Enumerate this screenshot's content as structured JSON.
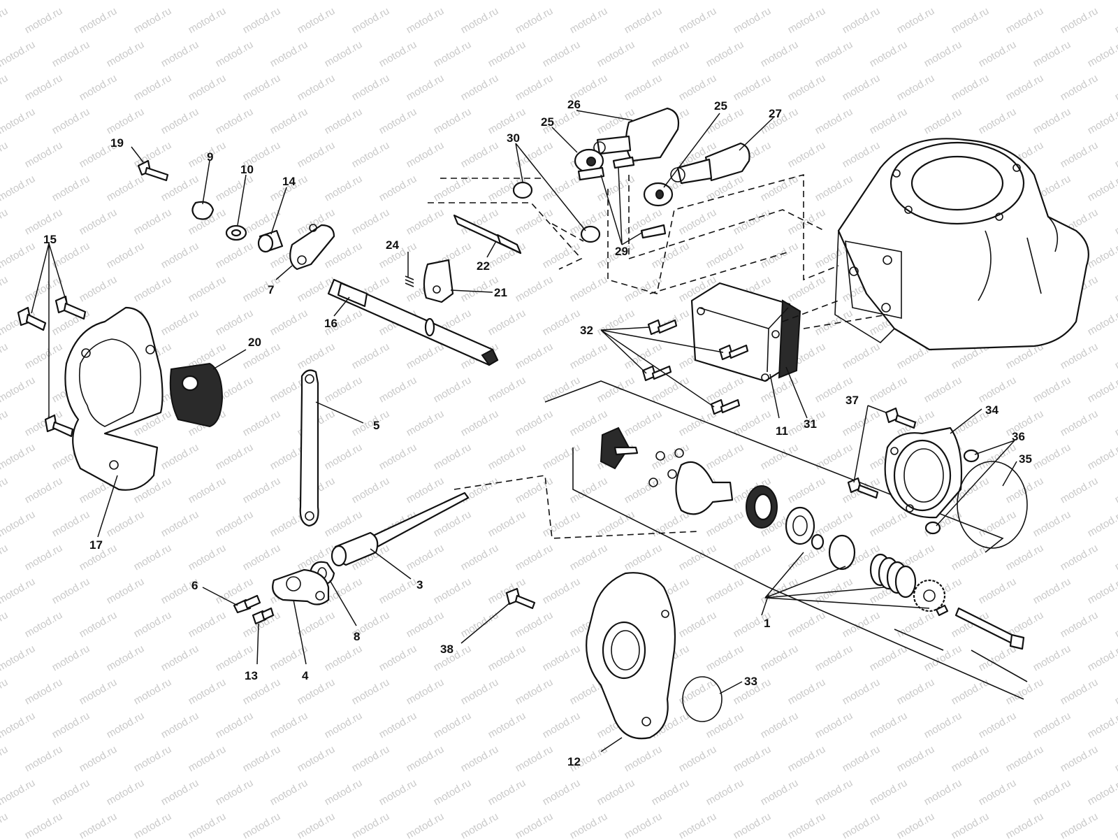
{
  "watermark": {
    "text": "motod.ru"
  },
  "callouts": {
    "c1": "1",
    "c3": "3",
    "c4": "4",
    "c5": "5",
    "c6": "6",
    "c7": "7",
    "c8": "8",
    "c9": "9",
    "c10": "10",
    "c11": "11",
    "c12": "12",
    "c13": "13",
    "c14": "14",
    "c15": "15",
    "c16": "16",
    "c17": "17",
    "c19": "19",
    "c20": "20",
    "c21": "21",
    "c22": "22",
    "c24": "24",
    "c25a": "25",
    "c25b": "25",
    "c26": "26",
    "c27": "27",
    "c29": "29",
    "c30": "30",
    "c31": "31",
    "c32": "32",
    "c33": "33",
    "c34": "34",
    "c35": "35",
    "c36": "36",
    "c37": "37",
    "c38": "38"
  }
}
